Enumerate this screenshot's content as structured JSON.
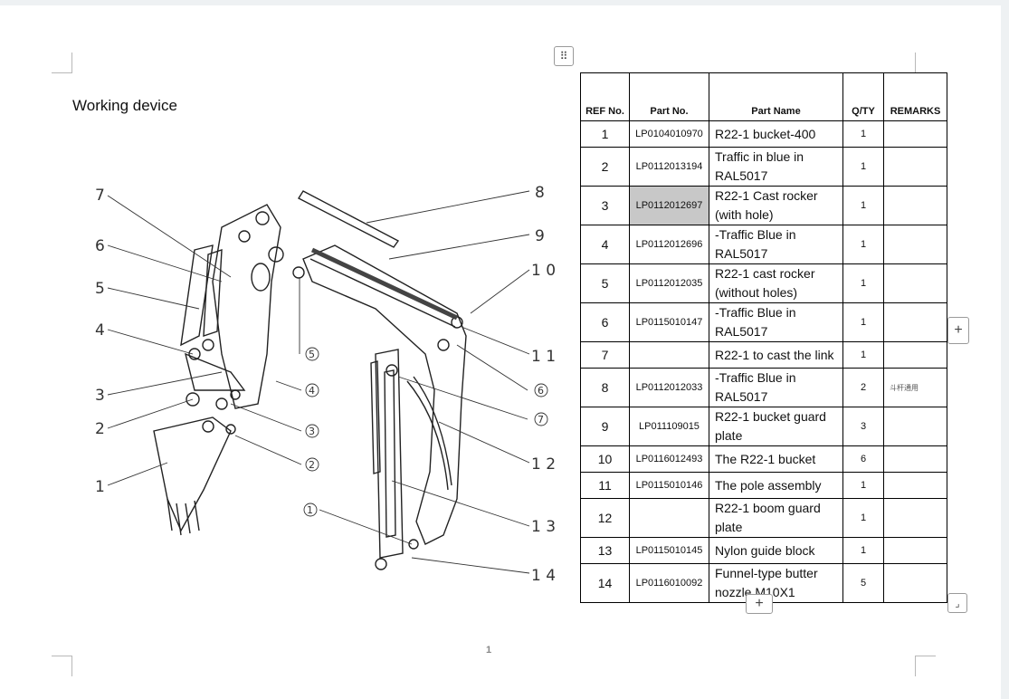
{
  "section_title": "Working device",
  "page_number": "1",
  "table": {
    "headers": [
      "REF No.",
      "Part No.",
      "Part Name",
      "Q/TY",
      "REMARKS"
    ],
    "rows": [
      {
        "ref": "1",
        "part_no": "LP0104010970",
        "name": "R22-1 bucket-400",
        "qty": "1",
        "remarks": ""
      },
      {
        "ref": "2",
        "part_no": "LP0112013194",
        "name": "Traffic in blue in RAL5017",
        "qty": "1",
        "remarks": ""
      },
      {
        "ref": "3",
        "part_no": "LP0112012697",
        "name": "R22-1 Cast rocker (with hole)",
        "qty": "1",
        "remarks": ""
      },
      {
        "ref": "4",
        "part_no": "LP0112012696",
        "name": "-Traffic Blue in RAL5017",
        "qty": "1",
        "remarks": ""
      },
      {
        "ref": "5",
        "part_no": "LP0112012035",
        "name": "R22-1 cast rocker (without holes)",
        "qty": "1",
        "remarks": ""
      },
      {
        "ref": "6",
        "part_no": "LP0115010147",
        "name": "-Traffic Blue in RAL5017",
        "qty": "1",
        "remarks": ""
      },
      {
        "ref": "7",
        "part_no": "",
        "name": "R22-1 to cast the link",
        "qty": "1",
        "remarks": ""
      },
      {
        "ref": "8",
        "part_no": "LP0112012033",
        "name": "-Traffic Blue in RAL5017",
        "qty": "2",
        "remarks": "斗杆通用"
      },
      {
        "ref": "9",
        "part_no": "LP011109015",
        "name": "R22-1 bucket guard plate",
        "qty": "3",
        "remarks": ""
      },
      {
        "ref": "10",
        "part_no": "LP0116012493",
        "name": "The R22-1 bucket",
        "qty": "6",
        "remarks": ""
      },
      {
        "ref": "11",
        "part_no": "LP0115010146",
        "name": "The pole assembly",
        "qty": "1",
        "remarks": ""
      },
      {
        "ref": "12",
        "part_no": "",
        "name": "R22-1 boom guard plate",
        "qty": "1",
        "remarks": ""
      },
      {
        "ref": "13",
        "part_no": "LP0115010145",
        "name": "Nylon guide block",
        "qty": "1",
        "remarks": ""
      },
      {
        "ref": "14",
        "part_no": "LP0116010092",
        "name": "Funnel-type butter nozzle M10X1",
        "qty": "5",
        "remarks": ""
      }
    ]
  },
  "diagram": {
    "callouts_plain": [
      "7",
      "6",
      "5",
      "4",
      "3",
      "2",
      "1",
      "8",
      "9",
      "10",
      "11",
      "12",
      "13",
      "14"
    ],
    "callouts_circled": [
      "5",
      "4",
      "3",
      "2",
      "6",
      "7",
      "1"
    ]
  },
  "controls": {
    "move_icon": "move-handle-icon",
    "add_column_icon": "plus-icon",
    "add_row_icon": "plus-icon",
    "resize_icon": "resize-icon",
    "plus_glyph": "+",
    "move_glyph": "⠿",
    "resize_glyph": "⌟"
  },
  "colors": {
    "highlight_cell": "#c8c8c8",
    "page_bg": "#ffffff",
    "canvas_bg": "#eef1f3"
  }
}
